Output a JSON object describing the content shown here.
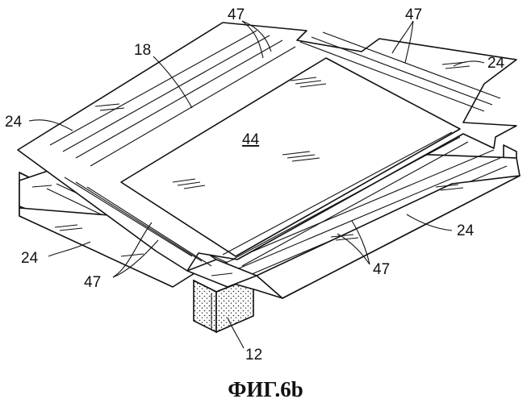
{
  "figure": {
    "caption": "ФИГ.6b",
    "labels": {
      "ref_47": "47",
      "ref_24": "24",
      "ref_18": "18",
      "ref_44": "44",
      "ref_12": "12"
    }
  }
}
